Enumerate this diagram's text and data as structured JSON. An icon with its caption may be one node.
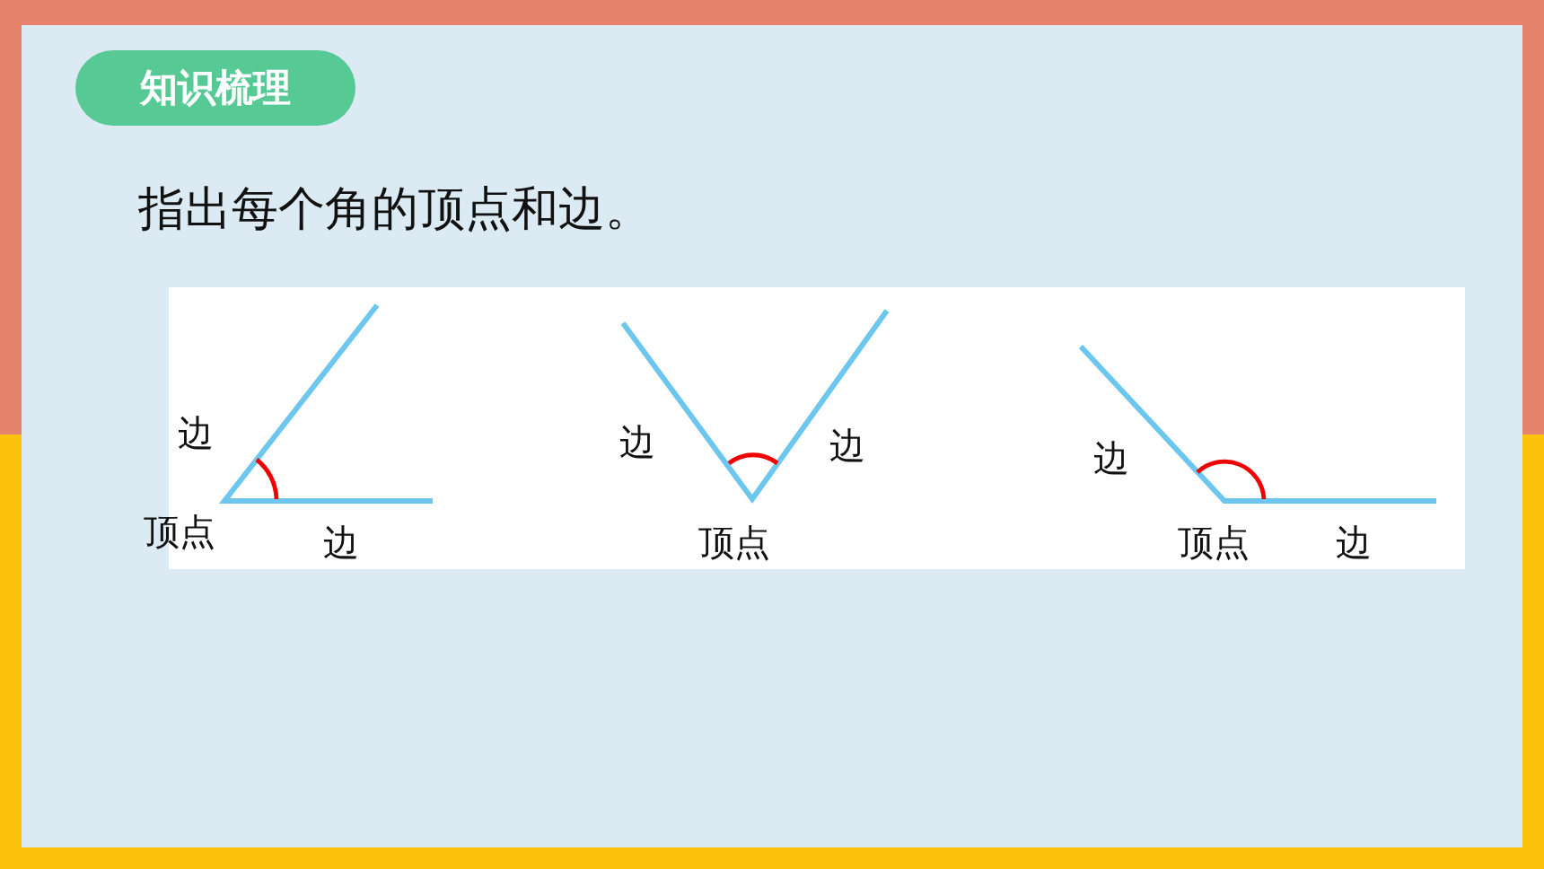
{
  "diagram": {
    "title": "指出每个角的顶点和边。",
    "nodes": [
      {
        "text": [
          "知识梳理"
        ]
      }
    ],
    "labels": [
      "边",
      "顶点",
      "边",
      "边",
      "边",
      "顶点",
      "边",
      "顶点",
      "边"
    ]
  }
}
